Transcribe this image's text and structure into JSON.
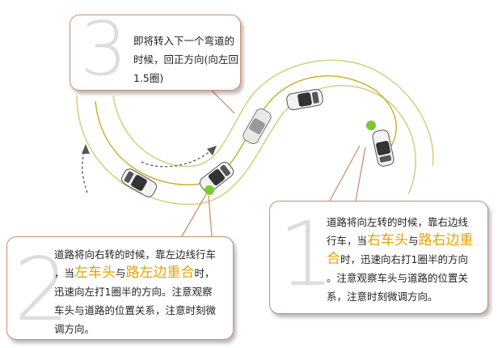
{
  "callouts": {
    "box3": {
      "number": "3",
      "line1": "即将转入下一个弯道的",
      "line2": "时候，回正方向(向左回",
      "line3": "1.5圈)"
    },
    "box1": {
      "number": "1",
      "line1": "道路将向左转的时候，靠右边线",
      "line2_a": "行车，当",
      "line2_hl1": "右车头",
      "line2_b": "与",
      "line2_hl2": "路右边重",
      "line3_hl": "合",
      "line3_b": "时，迅速向右打1圈半的方向",
      "line4": "。注意观察车头与道路的位置关",
      "line5": "系，注意时刻微调方向。"
    },
    "box2": {
      "number": "2",
      "line1": "道路将向右转的时候，靠左边线行车",
      "line2_a": "，当",
      "line2_hl1": "左车头",
      "line2_b": "与",
      "line2_hl2": "路左边重合",
      "line2_c": "时，",
      "line3": "迅速向左打1圈半的方向。注意观察",
      "line4": "车头与道路的位置关系，注意时刻微",
      "line5": "调方向。"
    }
  },
  "colors": {
    "road_edge": "#d8cf86",
    "path_line": "#c4b020",
    "marker_green": "#7dc832",
    "pointer_line": "#c9906f",
    "highlight": "#e8a200"
  }
}
